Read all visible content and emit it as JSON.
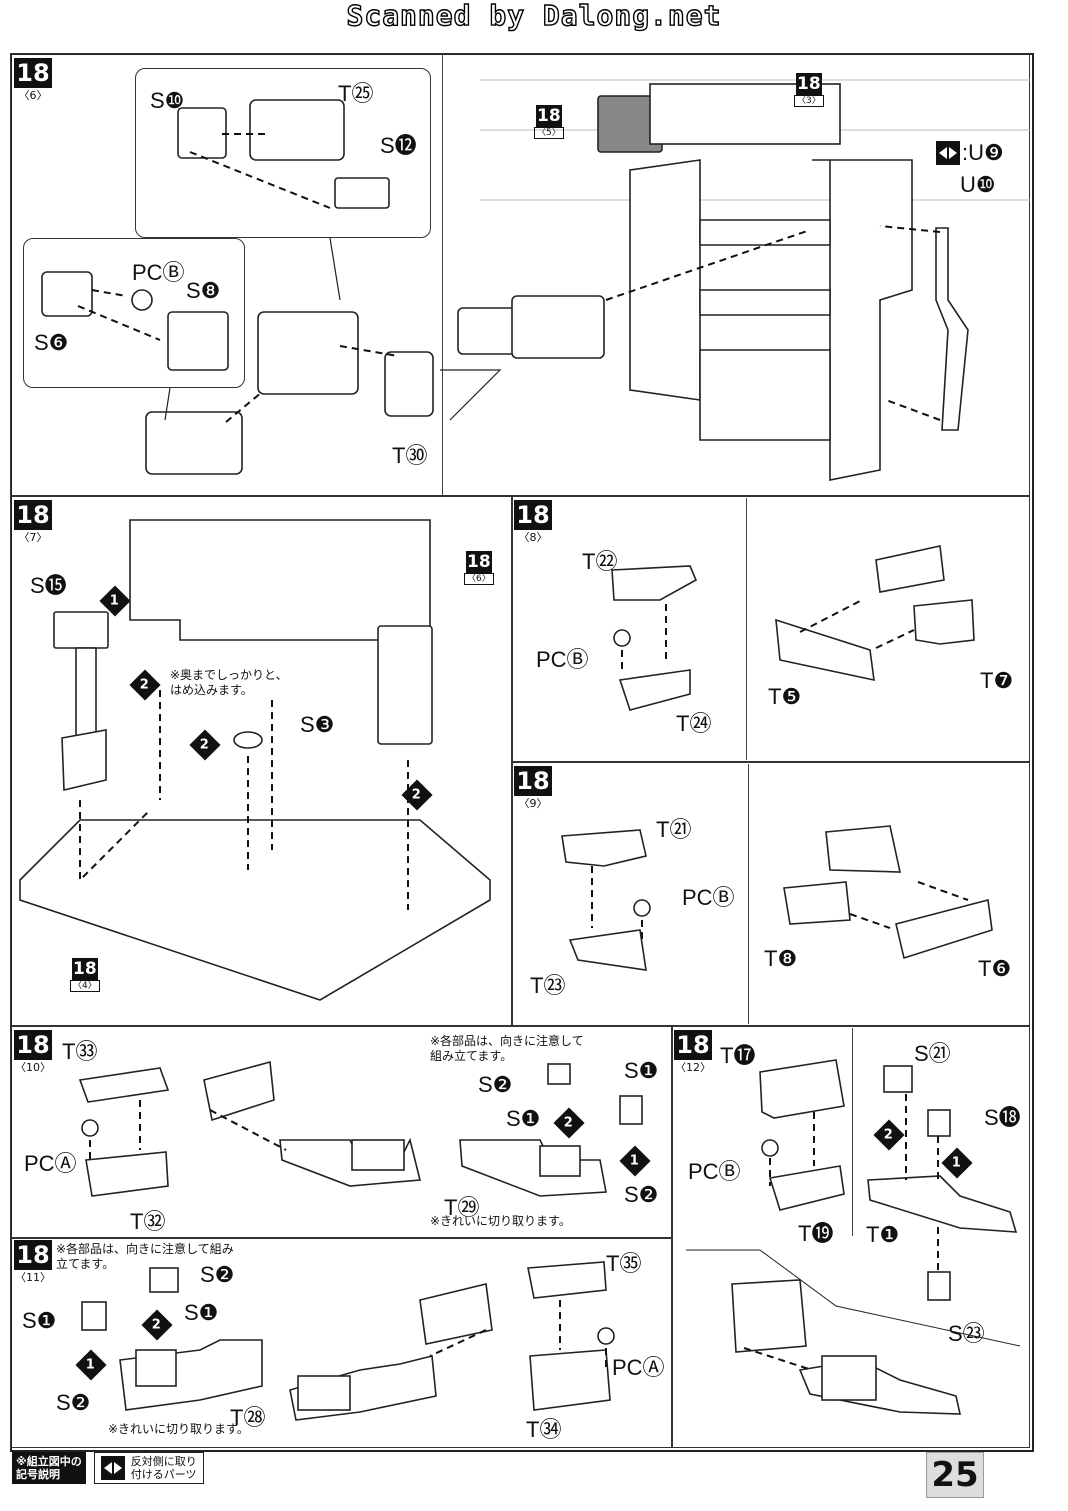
{
  "header": {
    "scan_credit": "Scanned by Dalong.net"
  },
  "page_number": "25",
  "legend": {
    "title": "※組立図中の\n記号説明",
    "icon": "mirror-parts-icon",
    "text": "反対側に取り\n付けるパーツ"
  },
  "sections": {
    "s6": {
      "step": "18",
      "sub": "〈6〉",
      "labels": [
        "S❿",
        "T㉕",
        "S⓬",
        "PCⒷ",
        "S❽",
        "S❻",
        "T㉚"
      ]
    },
    "s6r": {
      "refs": [
        {
          "n": "18",
          "s": "〈5〉"
        },
        {
          "n": "18",
          "s": "〈3〉"
        }
      ],
      "labels": [
        ":U❾",
        "U❿"
      ]
    },
    "s7": {
      "step": "18",
      "sub": "〈7〉",
      "labels": [
        "S⓯",
        "S❸"
      ],
      "note": "※奥までしっかりと、\nはめ込みます。",
      "refs": [
        {
          "n": "18",
          "s": "〈6〉"
        },
        {
          "n": "18",
          "s": "〈4〉"
        }
      ],
      "orders": [
        "1",
        "2",
        "2",
        "2"
      ]
    },
    "s8": {
      "step": "18",
      "sub": "〈8〉",
      "labels": [
        "T㉒",
        "PCⒷ",
        "T㉔",
        "T❼",
        "T❺"
      ]
    },
    "s9": {
      "step": "18",
      "sub": "〈9〉",
      "labels": [
        "T㉑",
        "PCⒷ",
        "T㉓",
        "T❽",
        "T❻"
      ]
    },
    "s10": {
      "step": "18",
      "sub": "〈10〉",
      "labels": [
        "T㉝",
        "PCⒶ",
        "T㉜",
        "S❷",
        "S❶",
        "S❶",
        "S❷",
        "T㉙"
      ],
      "note_top": "※各部品は、向きに注意して\n組み立てます。",
      "note_bottom": "※きれいに切り取ります。",
      "orders": [
        "2",
        "1"
      ]
    },
    "s11": {
      "step": "18",
      "sub": "〈11〉",
      "labels": [
        "S❷",
        "S❶",
        "S❶",
        "S❷",
        "T㉘",
        "T㉟",
        "PCⒶ",
        "T㉞"
      ],
      "note_top": "※各部品は、向きに注意して組み\n立てます。",
      "note_bottom": "※きれいに切り取ります。",
      "orders": [
        "2",
        "1"
      ]
    },
    "s12": {
      "step": "18",
      "sub": "〈12〉",
      "labels": [
        "T⓱",
        "PCⒷ",
        "T⓳",
        "S㉑",
        "S⓲",
        "T❶",
        "S㉓"
      ],
      "orders": [
        "2",
        "1"
      ]
    }
  }
}
